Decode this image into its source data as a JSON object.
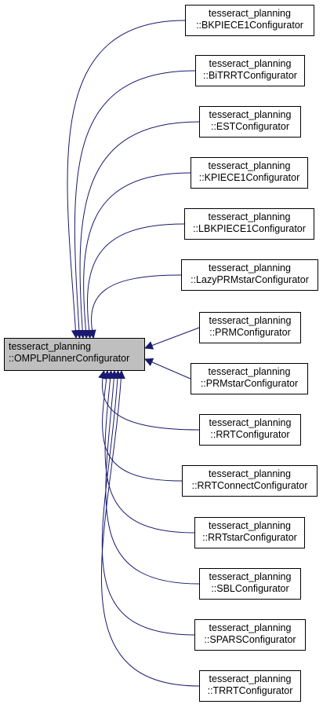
{
  "colors": {
    "edge": "#191970",
    "base_fill": "#bfbfbf",
    "node_fill": "#ffffff",
    "border": "#000000"
  },
  "base": {
    "line1": "tesseract_planning",
    "line2": "::OMPLPlannerConfigurator"
  },
  "children": [
    {
      "line1": "tesseract_planning",
      "line2": "::BKPIECE1Configurator"
    },
    {
      "line1": "tesseract_planning",
      "line2": "::BiTRRTConfigurator"
    },
    {
      "line1": "tesseract_planning",
      "line2": "::ESTConfigurator"
    },
    {
      "line1": "tesseract_planning",
      "line2": "::KPIECE1Configurator"
    },
    {
      "line1": "tesseract_planning",
      "line2": "::LBKPIECE1Configurator"
    },
    {
      "line1": "tesseract_planning",
      "line2": "::LazyPRMstarConfigurator"
    },
    {
      "line1": "tesseract_planning",
      "line2": "::PRMConfigurator"
    },
    {
      "line1": "tesseract_planning",
      "line2": "::PRMstarConfigurator"
    },
    {
      "line1": "tesseract_planning",
      "line2": "::RRTConfigurator"
    },
    {
      "line1": "tesseract_planning",
      "line2": "::RRTConnectConfigurator"
    },
    {
      "line1": "tesseract_planning",
      "line2": "::RRTstarConfigurator"
    },
    {
      "line1": "tesseract_planning",
      "line2": "::SBLConfigurator"
    },
    {
      "line1": "tesseract_planning",
      "line2": "::SPARSConfigurator"
    },
    {
      "line1": "tesseract_planning",
      "line2": "::TRRTConfigurator"
    }
  ]
}
